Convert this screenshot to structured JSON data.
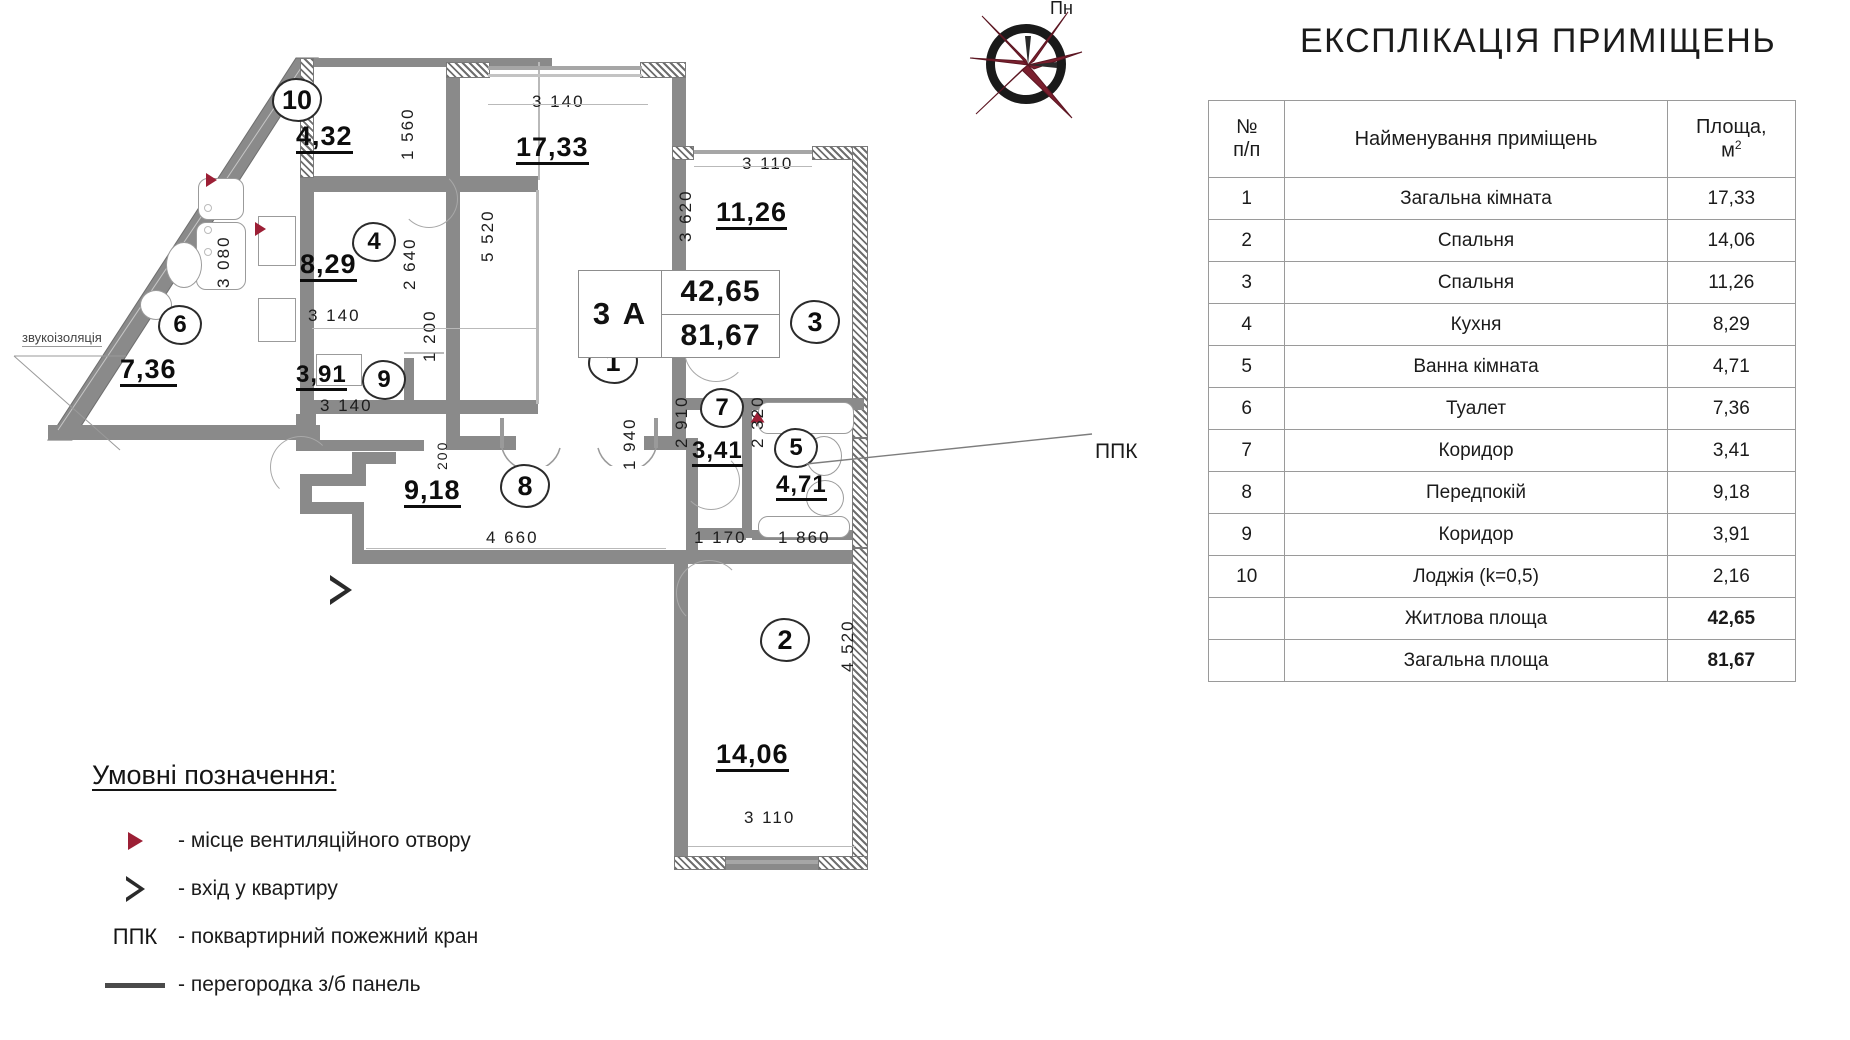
{
  "title": "ЕКСПЛІКАЦІЯ ПРИМІЩЕНЬ",
  "compass": {
    "north_label": "Пн",
    "name": "compass-rose"
  },
  "apartment_code": {
    "rooms": "3 А",
    "living": "42,65",
    "total": "81,67"
  },
  "table": {
    "headers": {
      "index": "№\nп/п",
      "index_line1": "№",
      "index_line2": "п/п",
      "name": "Найменування приміщень",
      "area_line1": "Площа,",
      "area_line2": "м",
      "area_sup": "2"
    },
    "rows": [
      {
        "idx": "1",
        "name": "Загальна кімната",
        "area": "17,33"
      },
      {
        "idx": "2",
        "name": "Спальня",
        "area": "14,06"
      },
      {
        "idx": "3",
        "name": "Спальня",
        "area": "11,26"
      },
      {
        "idx": "4",
        "name": "Кухня",
        "area": "8,29"
      },
      {
        "idx": "5",
        "name": "Ванна кімната",
        "area": "4,71"
      },
      {
        "idx": "6",
        "name": "Туалет",
        "area": "7,36"
      },
      {
        "idx": "7",
        "name": "Коридор",
        "area": "3,41"
      },
      {
        "idx": "8",
        "name": "Передпокій",
        "area": "9,18"
      },
      {
        "idx": "9",
        "name": "Коридор",
        "area": "3,91"
      },
      {
        "idx": "10",
        "name": "Лоджія  (k=0,5)",
        "area": "2,16"
      }
    ],
    "summary": [
      {
        "name": "Житлова площа",
        "area": "42,65"
      },
      {
        "name": "Загальна площа",
        "area": "81,67"
      }
    ]
  },
  "legend": {
    "title": "Умовні позначення:",
    "items": [
      {
        "symbol": "filled-triangle-red",
        "text": "- місце вентиляційного отвору"
      },
      {
        "symbol": "outline-triangle",
        "text": "- вхід у квартиру"
      },
      {
        "symbol": "ППК",
        "text": "- поквартирний пожежний кран"
      },
      {
        "symbol": "thick-line",
        "text": "- перегородка з/б панель"
      }
    ]
  },
  "annotations": {
    "ppk_callout": "ППК",
    "soundproofing": "звукоізоляція"
  },
  "rooms": [
    {
      "num": "10",
      "area": "4,32",
      "name": "Лоджія"
    },
    {
      "num": "4",
      "area": "8,29",
      "name": "Кухня"
    },
    {
      "num": "6",
      "area": "7,36",
      "name": "Туалет"
    },
    {
      "num": "9",
      "area": "3,91",
      "name": "Коридор"
    },
    {
      "num": "1",
      "area": "17,33",
      "name": "Загальна кімната"
    },
    {
      "num": "3",
      "area": "11,26",
      "name": "Спальня"
    },
    {
      "num": "7",
      "area": "3,41",
      "name": "Коридор"
    },
    {
      "num": "5",
      "area": "4,71",
      "name": "Ванна кімната"
    },
    {
      "num": "8",
      "area": "9,18",
      "name": "Передпокій"
    },
    {
      "num": "2",
      "area": "14,06",
      "name": "Спальня"
    }
  ],
  "dimensions": {
    "loggia_v": "1 560",
    "living_top": "3 140",
    "living_v": "5 520",
    "kitchen_v": "2 640",
    "kitchen_w": "3 140",
    "corridor9_w": "3 140",
    "corridor9_v": "1 200",
    "toilet_v": "3 080",
    "bed3_top": "3 110",
    "bed3_v": "3 620",
    "hall_w": "4 660",
    "hall_v": "1 940",
    "corr7_v": "2 910",
    "corr7_w": "1 170",
    "bath_v": "2 320",
    "bath_w": "1 860",
    "bed2_v": "4 520",
    "bed2_w": "3 110",
    "small_200": "200"
  },
  "colors": {
    "vent_red": "#9c1f35",
    "wall": "#8a8a8a",
    "ink": "#1b1b1b"
  }
}
